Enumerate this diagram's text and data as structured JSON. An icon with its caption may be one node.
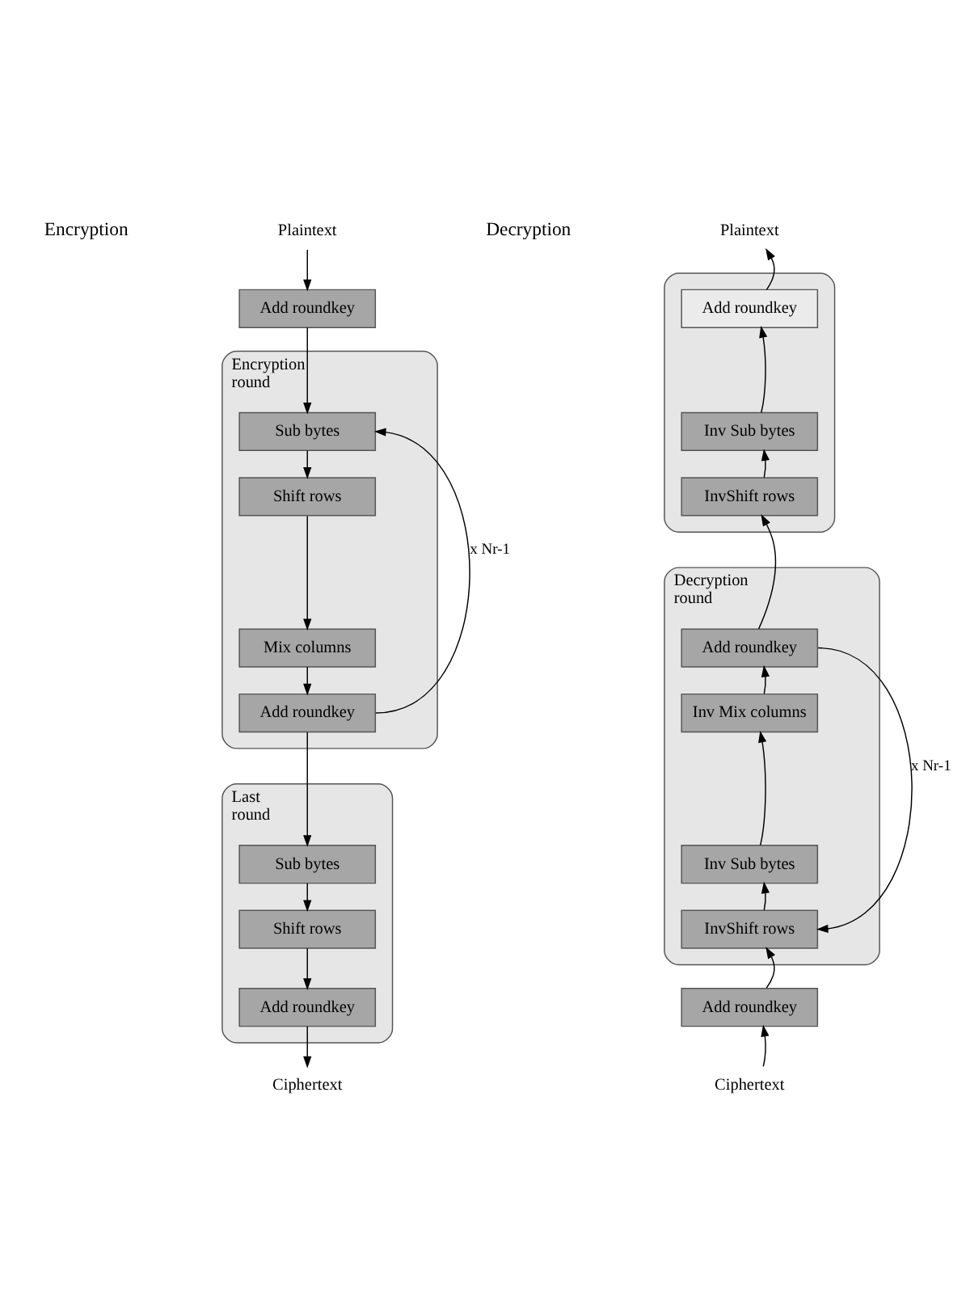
{
  "diagram": {
    "nodes": [
      {
        "text": [
          "Plaintext"
        ]
      },
      {
        "text": [
          "Add roundkey"
        ]
      },
      {
        "text": [
          "Encryption round"
        ]
      },
      {
        "text": [
          "Sub bytes"
        ],
        "in": 2
      },
      {
        "text": [
          "Shift rows"
        ],
        "in": 2
      },
      {
        "text": [
          "Mix columns"
        ],
        "in": 2
      },
      {
        "text": [
          "Add roundkey"
        ],
        "in": 2
      },
      {
        "text": [
          "Last round"
        ]
      },
      {
        "text": [
          "Sub bytes"
        ],
        "in": 7
      },
      {
        "text": [
          "Shift rows"
        ],
        "in": 7
      },
      {
        "text": [
          "Add roundkey"
        ],
        "in": 7
      },
      {
        "text": [
          "Ciphertext"
        ]
      },
      {
        "text": [
          "Plaintext"
        ]
      },
      {
        "text": [],
        "shape": "box"
      },
      {
        "text": [
          "Add roundkey"
        ],
        "in": 13
      },
      {
        "text": [
          "Inv Sub bytes"
        ],
        "in": 13
      },
      {
        "text": [
          "InvShift rows"
        ],
        "in": 13
      },
      {
        "text": [
          "Decryption round"
        ]
      },
      {
        "text": [
          "Add roundkey"
        ],
        "in": 17
      },
      {
        "text": [
          "Inv Mix columns"
        ],
        "in": 17
      },
      {
        "text": [
          "Inv Sub bytes"
        ],
        "in": 17
      },
      {
        "text": [
          "InvShift rows"
        ],
        "in": 17
      },
      {
        "text": [
          "Add roundkey"
        ]
      },
      {
        "text": [
          "Ciphertext"
        ]
      }
    ],
    "edges": [
      {
        "from": 0,
        "to": 1,
        "arrow": "to"
      },
      {
        "from": 1,
        "to": 3,
        "arrow": "to"
      },
      {
        "from": 3,
        "to": 4,
        "arrow": "to"
      },
      {
        "from": 4,
        "to": 5,
        "arrow": "to"
      },
      {
        "from": 5,
        "to": 6,
        "arrow": "to"
      },
      {
        "from": 6,
        "to": 3,
        "arrow": "to",
        "label": "x Nr-1"
      },
      {
        "from": 6,
        "to": 8,
        "arrow": "to"
      },
      {
        "from": 8,
        "to": 9,
        "arrow": "to"
      },
      {
        "from": 9,
        "to": 10,
        "arrow": "to"
      },
      {
        "from": 10,
        "to": 11,
        "arrow": "to"
      },
      {
        "from": 23,
        "to": 22,
        "arrow": "to"
      },
      {
        "from": 22,
        "to": 21,
        "arrow": "to"
      },
      {
        "from": 21,
        "to": 20,
        "arrow": "to"
      },
      {
        "from": 20,
        "to": 19,
        "arrow": "to"
      },
      {
        "from": 19,
        "to": 18,
        "arrow": "to"
      },
      {
        "from": 18,
        "to": 21,
        "arrow": "to",
        "label": "x Nr-1"
      },
      {
        "from": 18,
        "to": 16,
        "arrow": "to"
      },
      {
        "from": 16,
        "to": 15,
        "arrow": "to"
      },
      {
        "from": 15,
        "to": 14,
        "arrow": "to"
      },
      {
        "from": 14,
        "to": 12,
        "arrow": "to"
      }
    ],
    "labels": [
      "Encryption",
      "Decryption"
    ]
  }
}
